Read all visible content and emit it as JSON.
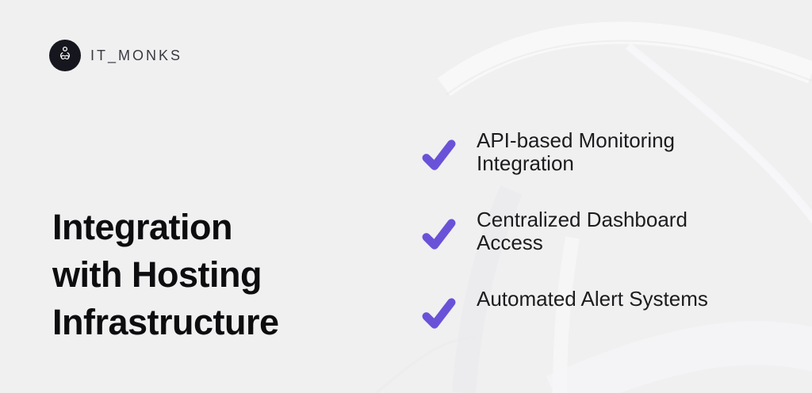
{
  "page": {
    "background_color": "#f0f0f1",
    "accent_color": "#6A52D8",
    "title_color": "#0d0d0f",
    "text_color": "#1c1c1e"
  },
  "logo": {
    "brand_name": "IT_MONKS",
    "icon": "meditating-monk-icon",
    "circle_color": "#16161e"
  },
  "headline": {
    "text": "Integration with Hosting Infrastructure",
    "lines": [
      "Integration",
      "with Hosting",
      "Infrastructure"
    ]
  },
  "features": {
    "check_icon": "checkmark-icon",
    "check_color": "#6A52D8",
    "items": [
      {
        "label": "API-based Monitoring Integration"
      },
      {
        "label": "Centralized Dashboard Access"
      },
      {
        "label": "Automated Alert Systems"
      }
    ]
  }
}
